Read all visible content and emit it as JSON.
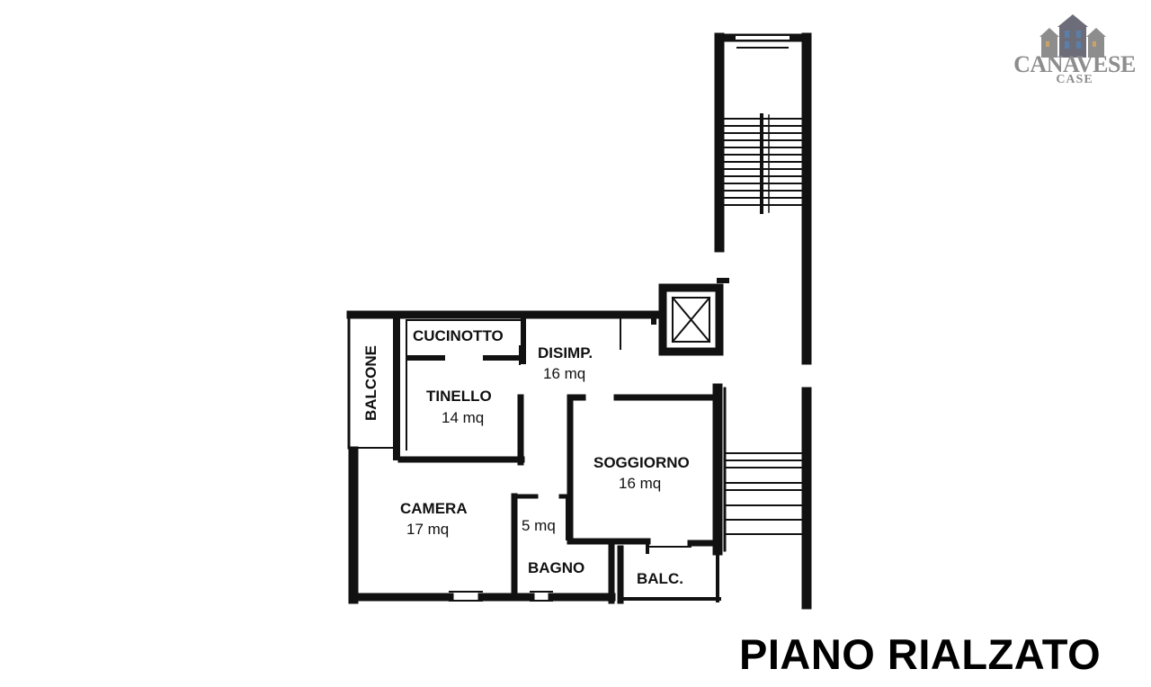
{
  "logo": {
    "name": "CANAVESE",
    "sub": "CASE"
  },
  "floor_title": "PIANO RIALZATO",
  "rooms": {
    "balcone": {
      "name": "BALCONE"
    },
    "cucinotto": {
      "name": "CUCINOTTO"
    },
    "disimp": {
      "name": "DISIMP.",
      "area": "16 mq"
    },
    "tinello": {
      "name": "TINELLO",
      "area": "14 mq"
    },
    "soggiorno": {
      "name": "SOGGIORNO",
      "area": "16 mq"
    },
    "camera": {
      "name": "CAMERA",
      "area": "17 mq"
    },
    "bagno": {
      "name": "BAGNO",
      "area": "5 mq"
    },
    "balc": {
      "name": "BALC."
    }
  },
  "colors": {
    "wall": "#111111",
    "logo": "#8d8d8d",
    "logo_accent": "#5a7fa8"
  },
  "icons": {
    "stairs": "stairs-icon",
    "elevator": "elevator-shaft-icon",
    "logo": "houses-logo-icon"
  }
}
